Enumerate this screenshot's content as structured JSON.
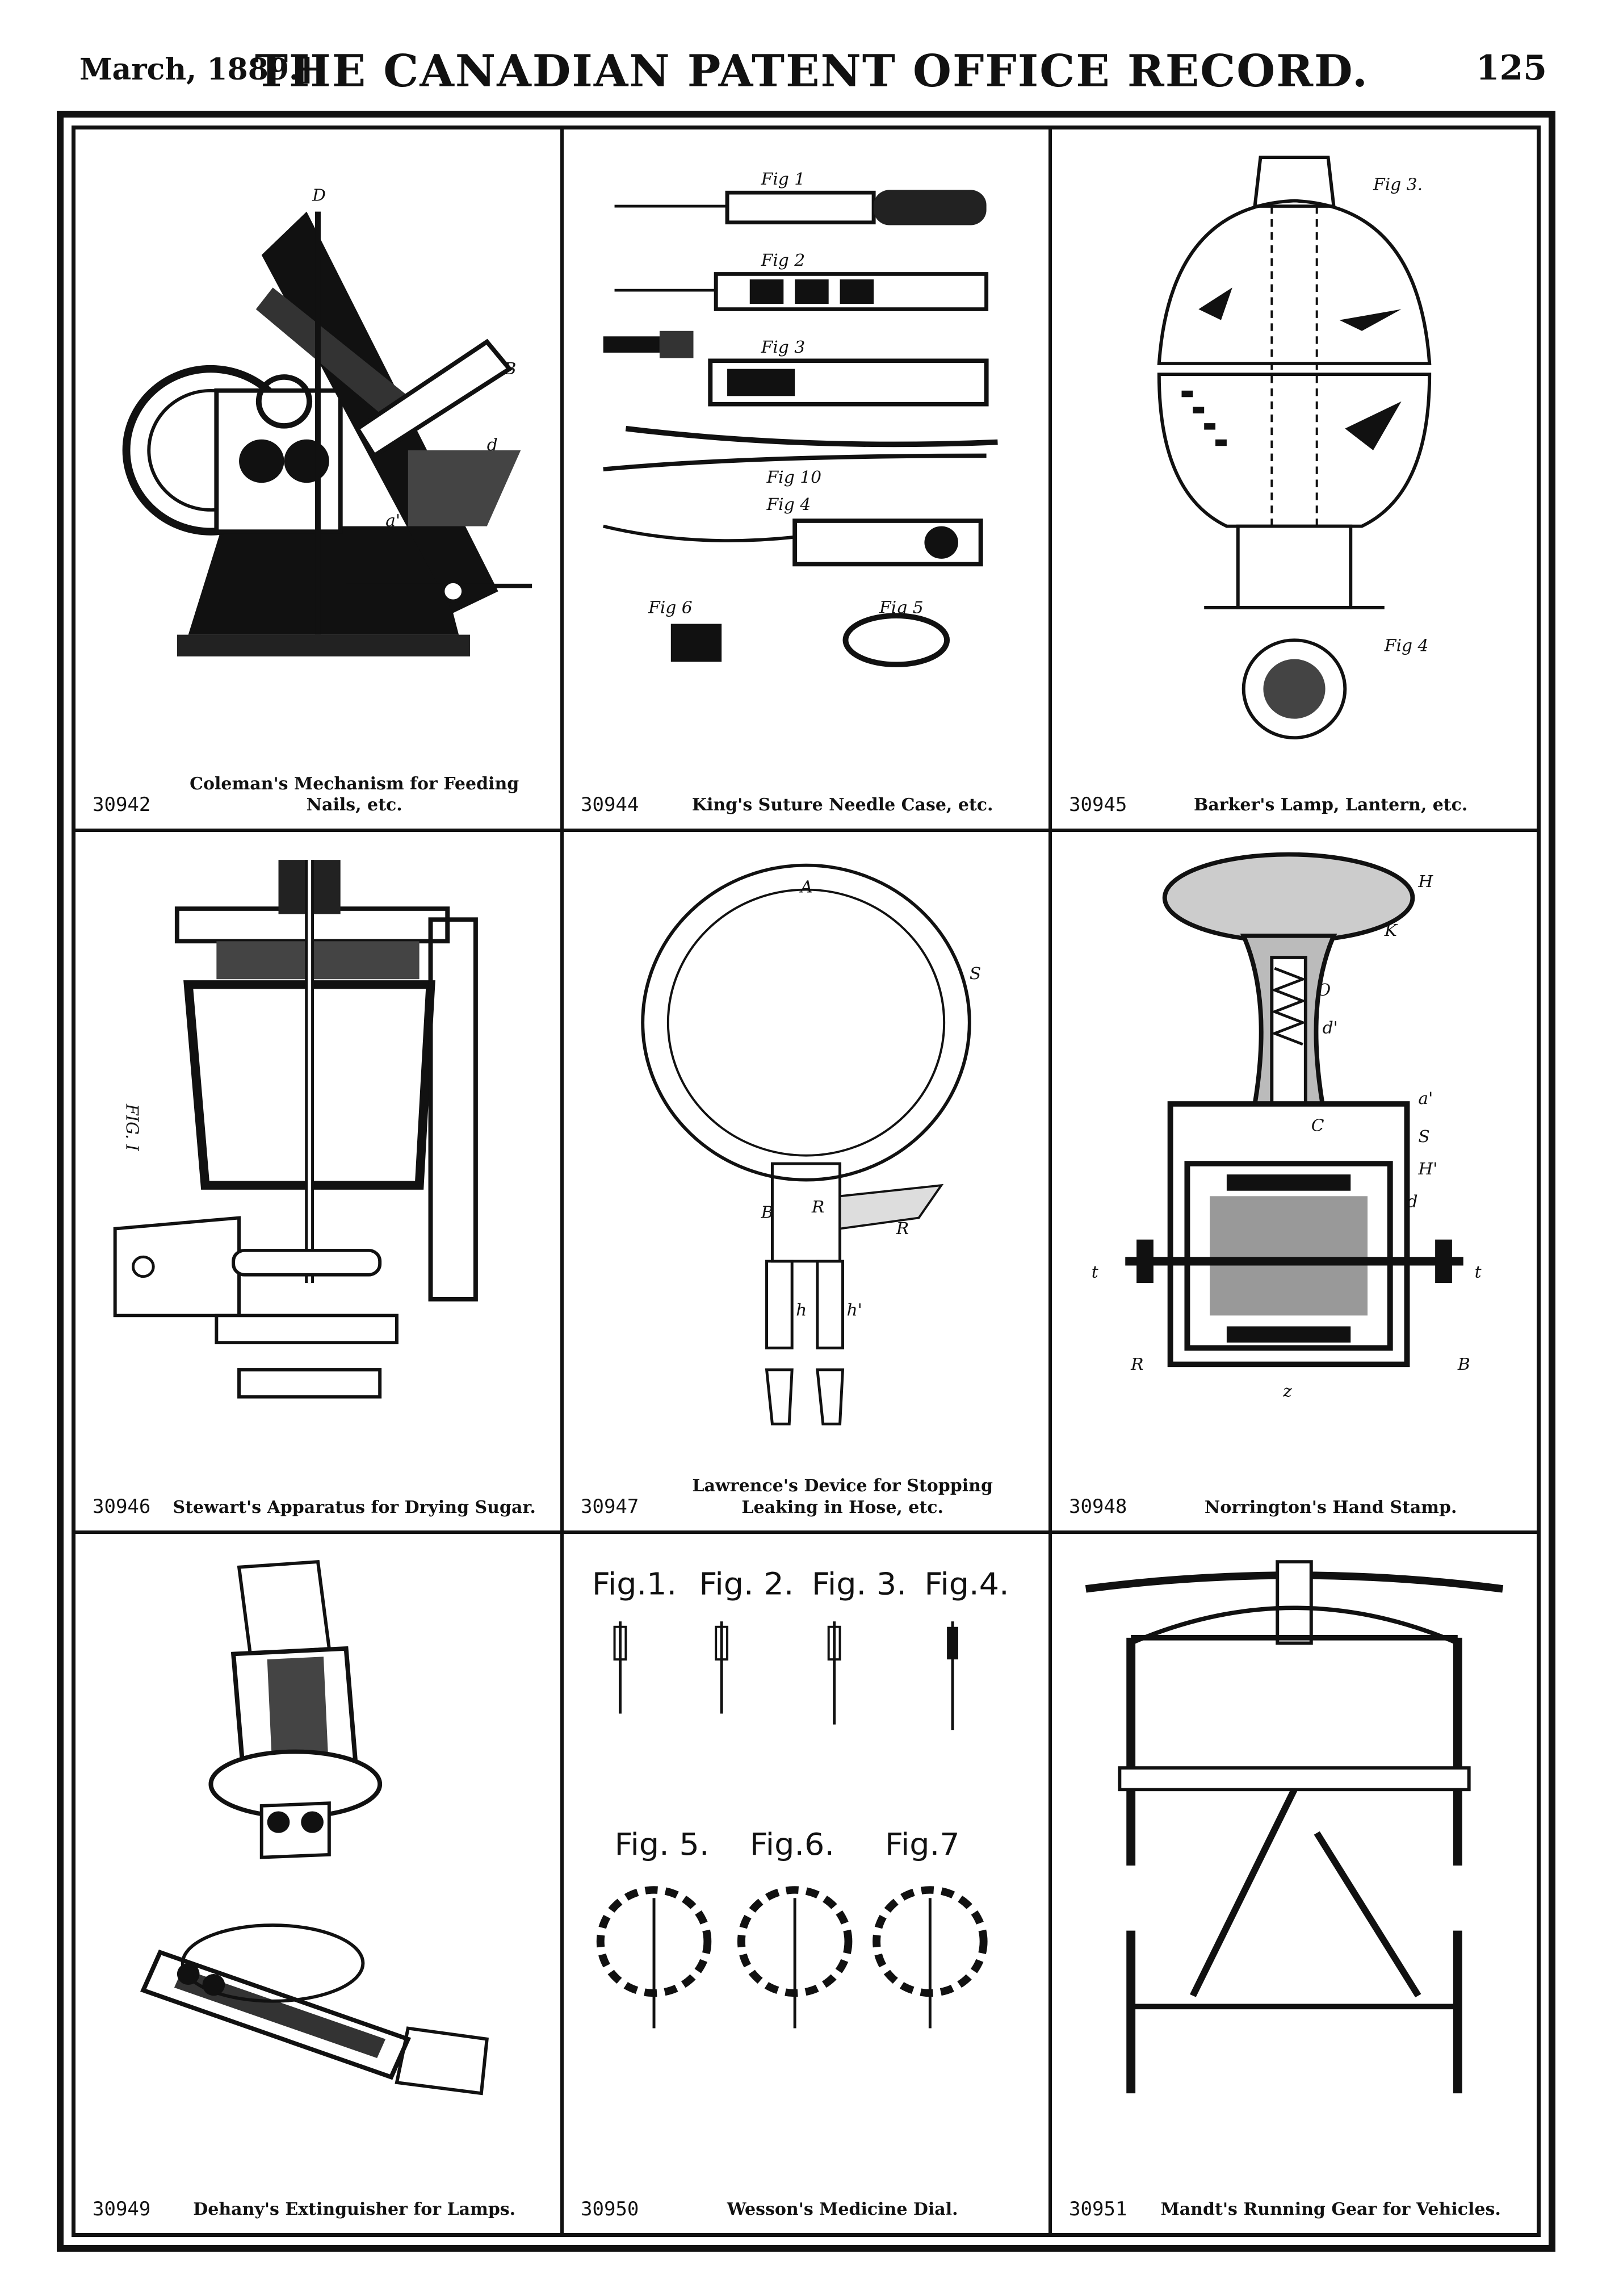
{
  "header": {
    "date": "March, 1889.]",
    "title": "THE CANADIAN PATENT OFFICE RECORD.",
    "page_number": "125"
  },
  "patents": [
    {
      "number": "30942",
      "title": "Coleman's Mechanism for Feeding Nails, etc."
    },
    {
      "number": "30944",
      "title": "King's Suture Needle Case, etc."
    },
    {
      "number": "30945",
      "title": "Barker's Lamp, Lantern, etc."
    },
    {
      "number": "30946",
      "title": "Stewart's Apparatus for Drying Sugar."
    },
    {
      "number": "30947",
      "title": "Lawrence's Device for Stopping Leaking in Hose, etc."
    },
    {
      "number": "30948",
      "title": "Norrington's Hand Stamp."
    },
    {
      "number": "30949",
      "title": "Dehany's Extinguisher for Lamps."
    },
    {
      "number": "30950",
      "title": "Wesson's Medicine Dial."
    },
    {
      "number": "30951",
      "title": "Mandt's Running Gear for Vehicles."
    }
  ],
  "figure_labels": {
    "wesson": [
      "Fig.1.",
      "Fig. 2.",
      "Fig. 3.",
      "Fig.4.",
      "Fig. 5.",
      "Fig.6.",
      "Fig.7"
    ],
    "lawrence": [
      "A",
      "S",
      "B",
      "R",
      "R",
      "h",
      "h'"
    ],
    "norrington": [
      "H",
      "K",
      "O",
      "d'",
      "a'",
      "C",
      "S",
      "H'",
      "d",
      "t",
      "t",
      "B",
      "R",
      "z"
    ]
  }
}
